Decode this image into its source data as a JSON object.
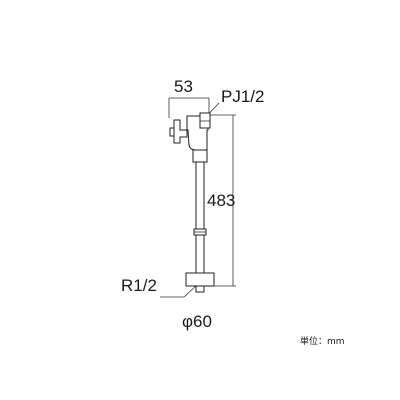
{
  "diagram": {
    "labels": {
      "top_width": "53",
      "outlet_thread": "PJ1/2",
      "height": "483",
      "inlet_thread": "R1/2",
      "base_diameter": "φ60"
    },
    "unit_note": "単位：mm",
    "colors": {
      "line": "#222222",
      "background": "#ffffff"
    }
  }
}
